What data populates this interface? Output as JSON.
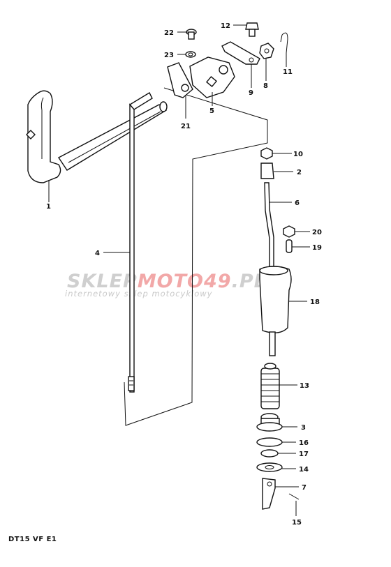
{
  "diagram_code": "DT15 VF E1",
  "watermark": {
    "brand_a": "SKLEP",
    "brand_b": "MOTO",
    "brand_c": "49",
    "brand_d": ".PL",
    "tagline": "internetowy sklep motocyklowy",
    "color_grey": "#cfcfcf",
    "color_red": "#f2a8a8"
  },
  "callouts": [
    {
      "id": "1",
      "label": "1"
    },
    {
      "id": "2",
      "label": "2"
    },
    {
      "id": "3",
      "label": "3"
    },
    {
      "id": "4",
      "label": "4"
    },
    {
      "id": "5",
      "label": "5"
    },
    {
      "id": "6",
      "label": "6"
    },
    {
      "id": "7",
      "label": "7"
    },
    {
      "id": "8",
      "label": "8"
    },
    {
      "id": "9",
      "label": "9"
    },
    {
      "id": "10",
      "label": "10"
    },
    {
      "id": "11",
      "label": "11"
    },
    {
      "id": "12",
      "label": "12"
    },
    {
      "id": "13",
      "label": "13"
    },
    {
      "id": "14",
      "label": "14"
    },
    {
      "id": "15",
      "label": "15"
    },
    {
      "id": "16",
      "label": "16"
    },
    {
      "id": "17",
      "label": "17"
    },
    {
      "id": "18",
      "label": "18"
    },
    {
      "id": "19",
      "label": "19"
    },
    {
      "id": "20",
      "label": "20"
    },
    {
      "id": "21",
      "label": "21"
    },
    {
      "id": "22",
      "label": "22"
    },
    {
      "id": "23",
      "label": "23"
    }
  ]
}
